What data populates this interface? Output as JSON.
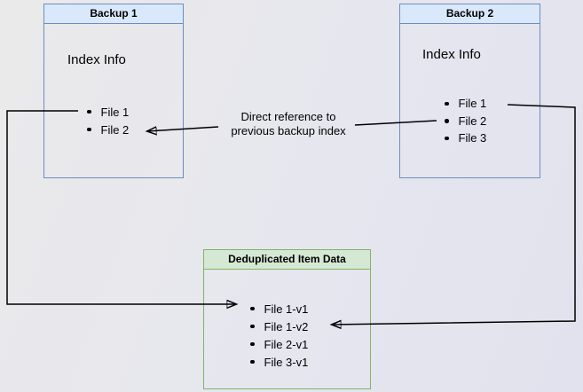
{
  "diagram": {
    "backup1": {
      "title": "Backup 1",
      "index_label": "Index Info",
      "files": [
        "File 1",
        "File 2"
      ]
    },
    "backup2": {
      "title": "Backup 2",
      "index_label": "Index Info",
      "files": [
        "File 1",
        "File 2",
        "File 3"
      ]
    },
    "dedup": {
      "title": "Deduplicated Item Data",
      "files": [
        "File 1-v1",
        "File 1-v2",
        "File 2-v1",
        "File 3-v1"
      ]
    },
    "annotation": "Direct reference to\nprevious backup index"
  },
  "colors": {
    "background_left": "#eaeaea",
    "background_right": "#e2e2ee",
    "blue_node_border": "#6c8ebf",
    "blue_node_header_fill": "#dae8fc",
    "green_node_border": "#82b366",
    "green_node_header_fill": "#d5e8d4",
    "connector": "#000000",
    "text": "#000000"
  }
}
